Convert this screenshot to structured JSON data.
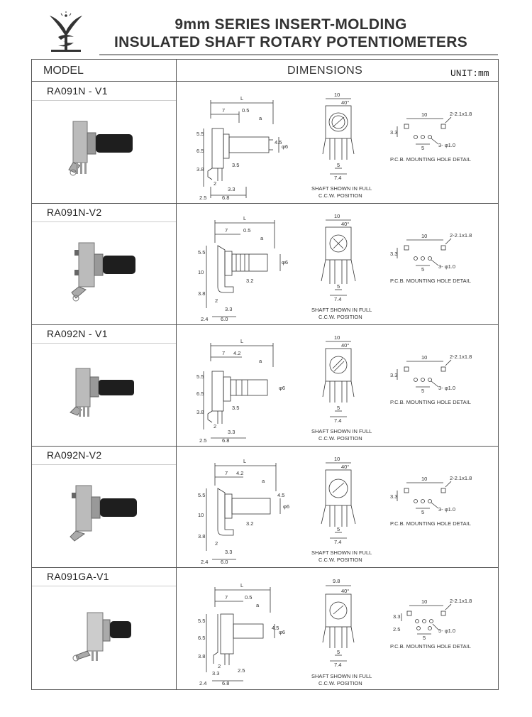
{
  "header": {
    "title_line1": "9mm SERIES INSERT-MOLDING",
    "title_line2": "INSULATED SHAFT ROTARY POTENTIOMETERS"
  },
  "table": {
    "col_model": "MODEL",
    "col_dimensions": "DIMENSIONS",
    "unit": "UNIT:mm"
  },
  "rows": [
    {
      "model": "RA091N - V1",
      "side": {
        "L": "L",
        "d7": "7",
        "d05": "0.5",
        "a": "a",
        "h55": "5.5",
        "h65": "6.5",
        "h38": "3.8",
        "d2": "2",
        "d33": "3.3",
        "d25": "2.5",
        "d68": "6.8",
        "d35": "3.5",
        "d45": "4.5",
        "phi": "φ6"
      },
      "front": {
        "w10": "10",
        "ang": "40°",
        "d5": "5",
        "d74": "7.4",
        "cap1": "SHAFT SHOWN IN FULL",
        "cap2": "C.C.W. POSITION"
      },
      "pcb": {
        "d10": "10",
        "hole": "2-2.1x1.8",
        "d33": "3.3",
        "d5": "5",
        "pins": "3- φ1.0",
        "cap": "P.C.B. MOUNTING HOLE DETAIL"
      }
    },
    {
      "model": "RA091N-V2",
      "side": {
        "L": "L",
        "d7": "7",
        "d05": "0.5",
        "a": "a",
        "h55": "5.5",
        "h10": "10",
        "h38": "3.8",
        "d2": "2",
        "d33": "3.3",
        "d24": "2.4",
        "d60": "6.0",
        "d32": "3.2",
        "phi": "φ6"
      },
      "front": {
        "w10": "10",
        "ang": "40°",
        "d5": "5",
        "d74": "7.4",
        "cap1": "SHAFT SHOWN IN FULL",
        "cap2": "C.C.W. POSITION"
      },
      "pcb": {
        "d10": "10",
        "hole": "2-2.1x1.8",
        "d33": "3.3",
        "d5": "5",
        "pins": "3- φ1.0",
        "cap": "P.C.B. MOUNTING HOLE DETAIL"
      }
    },
    {
      "model": "RA092N - V1",
      "side": {
        "L": "L",
        "d7": "7",
        "d42": "4.2",
        "a": "a",
        "h55": "5.5",
        "h65": "6.5",
        "h38": "3.8",
        "d2": "2",
        "d33": "3.3",
        "d25": "2.5",
        "d68": "6.8",
        "d35": "3.5",
        "phi": "φ6"
      },
      "front": {
        "w10": "10",
        "ang": "40°",
        "d5": "5",
        "d74": "7.4",
        "cap1": "SHAFT SHOWN IN FULL",
        "cap2": "C.C.W. POSITION"
      },
      "pcb": {
        "d10": "10",
        "hole": "2-2.1x1.8",
        "d33": "3.3",
        "d5": "5",
        "pins": "3- φ1.0",
        "cap": "P.C.B. MOUNTING HOLE DETAIL"
      }
    },
    {
      "model": "RA092N-V2",
      "side": {
        "L": "L",
        "d7": "7",
        "d42": "4.2",
        "a": "a",
        "h55": "5.5",
        "h10": "10",
        "h38": "3.8",
        "d2": "2",
        "d33": "3.3",
        "d24": "2.4",
        "d60": "6.0",
        "d32": "3.2",
        "d45": "4.5",
        "phi": "φ6"
      },
      "front": {
        "w10": "10",
        "ang": "40°",
        "d5": "5",
        "d74": "7.4",
        "cap1": "",
        "cap2": ""
      },
      "pcb": {
        "d10": "10",
        "hole": "2-2.1x1.8",
        "d33": "3.3",
        "d5": "5",
        "pins": "3- φ1.0",
        "cap": "P.C.B. MOUNTING HOLE DETAIL"
      }
    },
    {
      "model": "RA091GA-V1",
      "side": {
        "L": "L",
        "d7": "7",
        "d05": "0.5",
        "a": "a",
        "h55": "5.5",
        "h65": "6.5",
        "h38": "3.8",
        "d2": "2",
        "d33": "3.3",
        "d24": "2.4",
        "d68": "6.8",
        "d25": "2.5",
        "d45": "4.5",
        "phi": "φ6"
      },
      "front": {
        "w10": "9.8",
        "ang": "40°",
        "d5": "5",
        "d74": "7.4",
        "cap1": "SHAFT SHOWN IN FULL",
        "cap2": "C.C.W. POSITION"
      },
      "pcb": {
        "d10": "10",
        "hole": "2-2.1x1.8",
        "d33": "3.3",
        "d5": "5",
        "pins": "5- φ1.0",
        "cap": "P.C.B. MOUNTING HOLE DETAIL",
        "d25": "2.5"
      }
    }
  ]
}
